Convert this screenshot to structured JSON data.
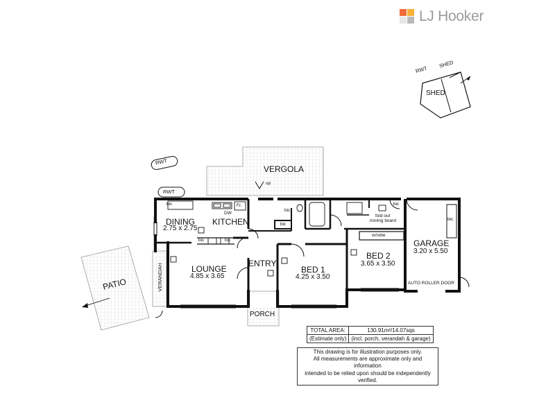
{
  "brand": {
    "name": "LJ Hooker",
    "colors": [
      "#f26b3a",
      "#f7b13a",
      "#e6e6e6",
      "#b9b9b9"
    ]
  },
  "shed_area": {
    "rwt": "RWT",
    "shed_tag": "SHED",
    "shed": "SHED"
  },
  "outdoor": {
    "vergola": "VERGOLA",
    "up": "up",
    "rwt_top": "RWT",
    "rwt_left": "RWT",
    "patio": "PATIO",
    "verandah": "VERANDAH",
    "porch": "PORCH"
  },
  "rooms": {
    "dining": {
      "name": "DINING",
      "size": "2.75 x 2.75"
    },
    "kitchen": {
      "name": "KITCHEN"
    },
    "lounge": {
      "name": "LOUNGE",
      "size": "4.85 x 3.65"
    },
    "entry": {
      "name": "ENTRY"
    },
    "bed1": {
      "name": "BED 1",
      "size": "4.25 x 3.50"
    },
    "bed2": {
      "name": "BED 2",
      "size": "3.65 x 3.50"
    },
    "garage": {
      "name": "GARAGE",
      "size": "3.20 x 5.50"
    }
  },
  "fixtures": {
    "bic": "bic",
    "dw": "DW",
    "fr": "Fr.",
    "wrobe": "w/robe",
    "fold_out": "fold out",
    "ironing_board": "ironing board",
    "auto_door": "AUTO ROLLER DOOR"
  },
  "area": {
    "label1": "TOTAL AREA:",
    "label2": "(Estimate only)",
    "value1": "130.91m²/14.07sqs",
    "value2": "(incl. porch, verandah & garage)"
  },
  "disclaimer": {
    "line1": "This drawing is for illustration purposes only.",
    "line2": "All measurements are approximate only and information",
    "line3": "intended to be relied upon should be independently verified."
  }
}
